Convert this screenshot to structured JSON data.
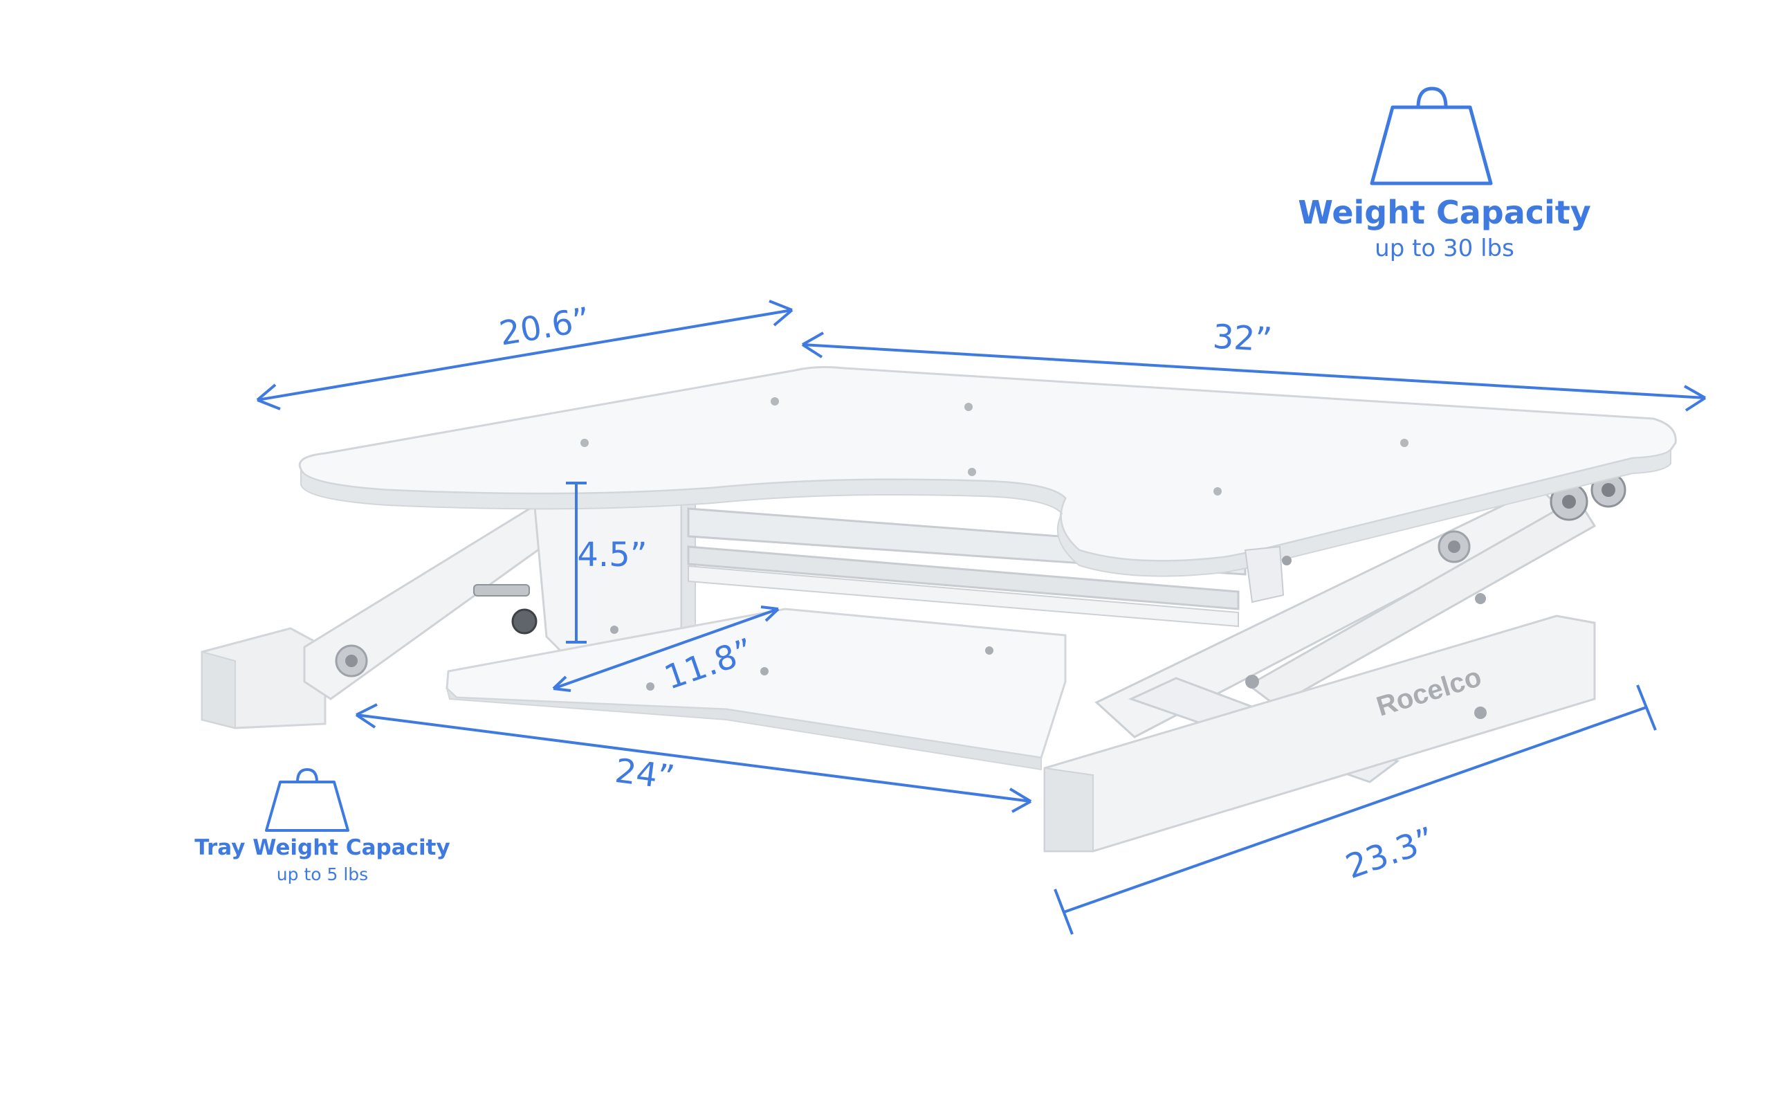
{
  "colors": {
    "accent": "#3f7ae0",
    "product_face": "#f6f7f8",
    "product_edge": "#d2d5d9",
    "product_shadow": "#c4c8cd",
    "brand_text": "#a9adb2",
    "background": "#ffffff"
  },
  "dimensions": {
    "depth_top": "20.6”",
    "width_top": "32”",
    "height_gap": "4.5”",
    "tray_depth": "11.8”",
    "tray_width": "24”",
    "base_depth": "23.3”"
  },
  "weight_capacity": {
    "title": "Weight Capacity",
    "subtitle": "up to 30 lbs",
    "icon": "weight-icon"
  },
  "tray_weight_capacity": {
    "title": "Tray Weight Capacity",
    "subtitle": "up to 5 lbs",
    "icon": "weight-icon"
  },
  "product": {
    "brand": "Rocelco"
  }
}
